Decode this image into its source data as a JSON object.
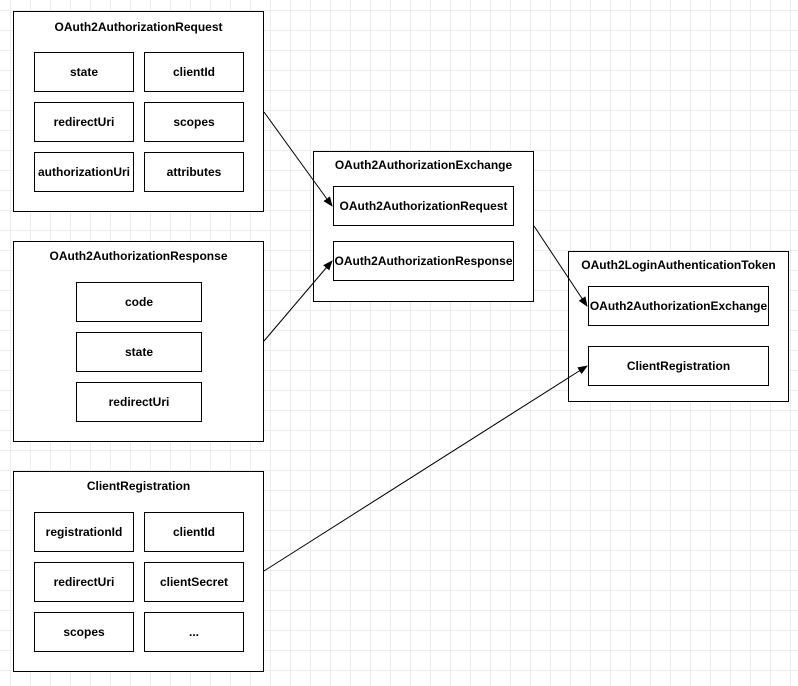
{
  "request": {
    "title": "OAuth2AuthorizationRequest",
    "fields": [
      "state",
      "clientId",
      "redirectUri",
      "scopes",
      "authorizationUri",
      "attributes"
    ]
  },
  "response": {
    "title": "OAuth2AuthorizationResponse",
    "fields": [
      "code",
      "state",
      "redirectUri"
    ]
  },
  "registration": {
    "title": "ClientRegistration",
    "fields": [
      "registrationId",
      "clientId",
      "redirectUri",
      "clientSecret",
      "scopes",
      "..."
    ]
  },
  "exchange": {
    "title": "OAuth2AuthorizationExchange",
    "fields": [
      "OAuth2AuthorizationRequest",
      "OAuth2AuthorizationResponse"
    ]
  },
  "token": {
    "title": "OAuth2LoginAuthenticationToken",
    "fields": [
      "OAuth2AuthorizationExchange",
      "ClientRegistration"
    ]
  }
}
